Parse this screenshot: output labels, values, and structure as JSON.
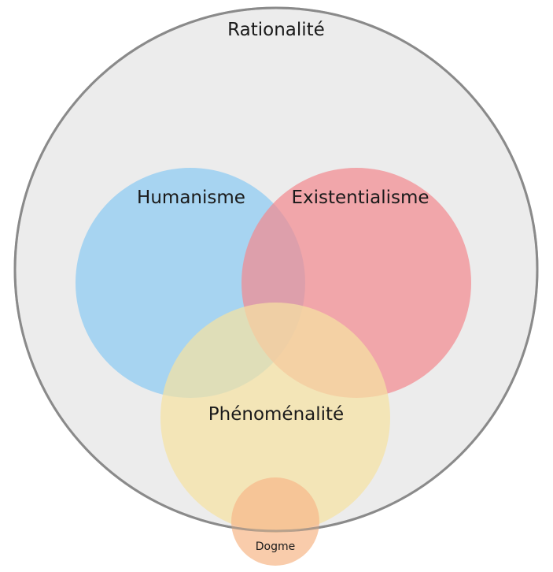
{
  "diagram": {
    "outer": {
      "label": "Rationalité",
      "fill": "#ececec",
      "stroke": "#8a8a8a"
    },
    "humanisme": {
      "label": "Humanisme",
      "fill": "#8ccbf2"
    },
    "existentialisme": {
      "label": "Existentialisme",
      "fill": "#f28a90"
    },
    "phenomenalite": {
      "label": "Phénoménalité",
      "fill": "#f5e2a2"
    },
    "dogme": {
      "label": "Dogme",
      "fill": "#f7b98a"
    }
  }
}
